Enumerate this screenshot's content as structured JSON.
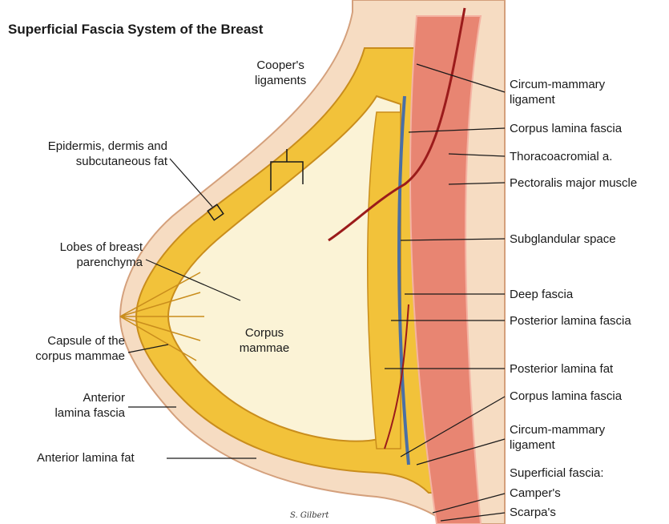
{
  "title": "Superficial Fascia System of the Breast",
  "signature": "S. Gilbert",
  "labels": {
    "coopers": [
      "Cooper's",
      "ligaments"
    ],
    "epidermis": [
      "Epidermis, dermis and",
      "subcutaneous fat"
    ],
    "lobes": [
      "Lobes of breast",
      "parenchyma"
    ],
    "corpus": [
      "Corpus",
      "mammae"
    ],
    "capsule": [
      "Capsule of the",
      "corpus mammae"
    ],
    "anterior_fascia": [
      "Anterior",
      "lamina fascia"
    ],
    "anterior_fat": "Anterior lamina fat",
    "circum_upper": [
      "Circum-mammary",
      "ligament"
    ],
    "corpus_fascia_upper": "Corpus lamina fascia",
    "thoracoacromial": "Thoracoacromial a.",
    "pectoralis": "Pectoralis major muscle",
    "subglandular": "Subglandular space",
    "deep_fascia": "Deep fascia",
    "posterior_fascia": "Posterior lamina fascia",
    "posterior_fat": "Posterior lamina fat",
    "corpus_fascia_lower": "Corpus lamina fascia",
    "circum_lower": [
      "Circum-mammary",
      "ligament"
    ],
    "superficial": "Superficial  fascia:",
    "campers": "Camper's",
    "scarpas": "Scarpa's"
  },
  "colors": {
    "skin": "#f6dcc2",
    "skin_edge": "#d4a07c",
    "fat": "#f2c23a",
    "fat_light": "#f9df7a",
    "fat_edge": "#c98d1c",
    "parenchyma": "#fbf3d6",
    "muscle": "#e88572",
    "muscle_light": "#f4b3a3",
    "fascia_blue": "#4a6fa5",
    "artery": "#9b1b1b",
    "rib_bg": "#f7d9cf"
  }
}
